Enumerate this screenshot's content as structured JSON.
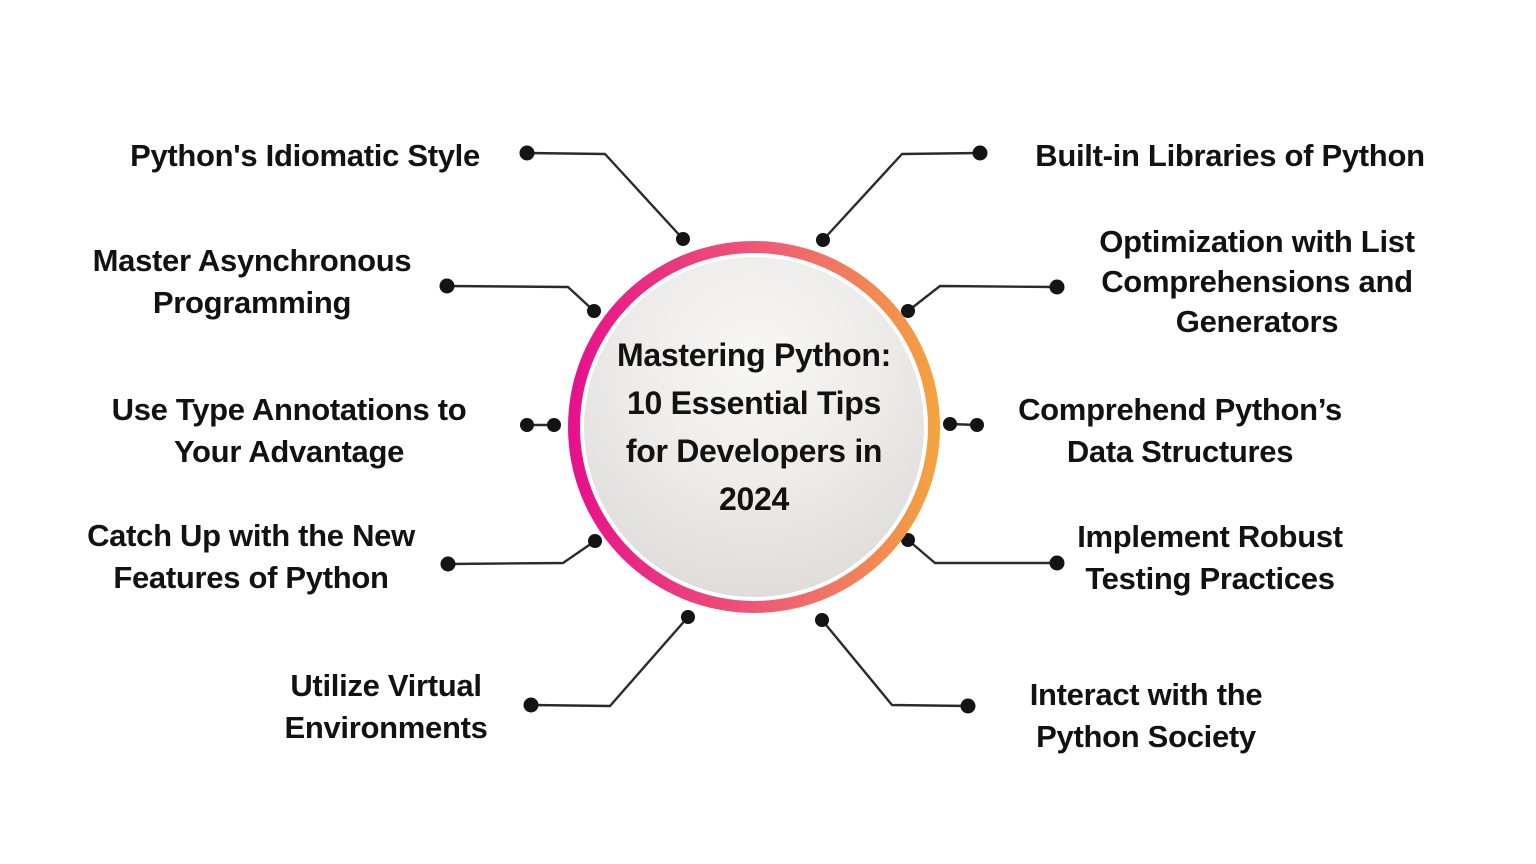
{
  "colors": {
    "bg": "#ffffff",
    "line": "#2b2b2b",
    "dot": "#141414",
    "ring_left": "#e60f8c",
    "ring_mid": "#ee5e73",
    "ring_right": "#f4a43e",
    "inner_light": "#f8f7f6",
    "inner_dark": "#d8d6d5",
    "text": "#121212"
  },
  "center": {
    "title": "Mastering Python: 10 Essential Tips for Developers in 2024",
    "lines": [
      "Mastering Python:",
      "10 Essential Tips",
      "for Developers in",
      "2024"
    ]
  },
  "tips": [
    {
      "label": "Python's Idiomatic Style",
      "lines": [
        "Python's Idiomatic Style"
      ]
    },
    {
      "label": "Master Asynchronous Programming",
      "lines": [
        "Master Asynchronous",
        "Programming"
      ]
    },
    {
      "label": "Use Type Annotations to Your Advantage",
      "lines": [
        "Use Type Annotations to",
        "Your Advantage"
      ]
    },
    {
      "label": "Catch Up with the New Features of Python",
      "lines": [
        "Catch Up with the New",
        "Features of Python"
      ]
    },
    {
      "label": "Utilize Virtual Environments",
      "lines": [
        "Utilize Virtual",
        "Environments"
      ]
    },
    {
      "label": "Built-in Libraries of Python",
      "lines": [
        "Built-in Libraries of Python"
      ]
    },
    {
      "label": "Optimization with List Comprehensions and Generators",
      "lines": [
        "Optimization with List",
        "Comprehensions and",
        "Generators"
      ]
    },
    {
      "label": "Comprehend Python’s Data Structures",
      "lines": [
        "Comprehend Python’s",
        "Data Structures"
      ]
    },
    {
      "label": "Implement Robust Testing Practices",
      "lines": [
        "Implement Robust",
        "Testing Practices"
      ]
    },
    {
      "label": "Interact with the Python Society",
      "lines": [
        "Interact with the",
        "Python Society"
      ]
    }
  ]
}
